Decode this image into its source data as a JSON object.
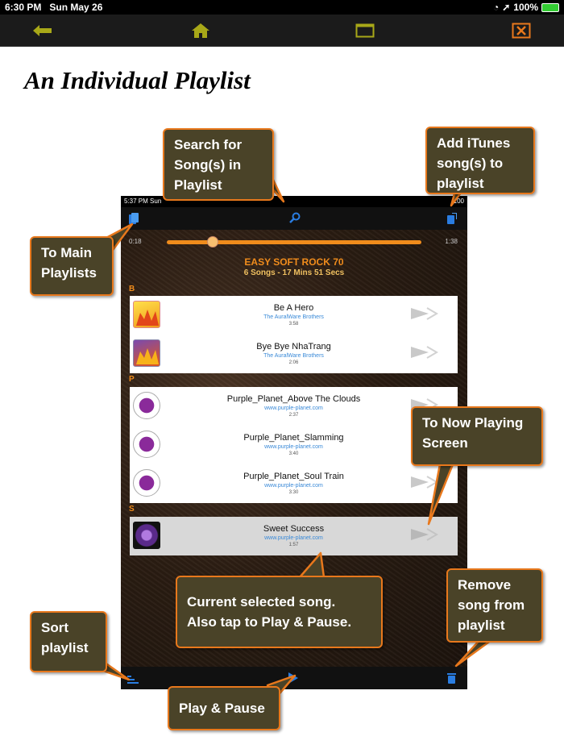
{
  "status": {
    "time": "6:30 PM",
    "date": "Sun May 26",
    "battery": "100%"
  },
  "heading": "An Individual Playlist",
  "app": {
    "status_time": "5:37 PM",
    "status_day": "Sun",
    "status_battery": "100",
    "elapsed": "0:18",
    "total": "1:38",
    "playlist_title": "EASY SOFT ROCK 70",
    "playlist_summary": "6 Songs - 17 Mins 51 Secs",
    "progress_fraction": 0.18,
    "sections": [
      "B",
      "P",
      "S"
    ],
    "songs": [
      {
        "title": "Be A Hero",
        "artist": "The AuralWare Brothers",
        "duration": "3:58"
      },
      {
        "title": "Bye Bye NhaTrang",
        "artist": "The AuralWare Brothers",
        "duration": "2:06"
      },
      {
        "title": "Purple_Planet_Above The Clouds",
        "artist": "www.purple-planet.com",
        "duration": "2:37"
      },
      {
        "title": "Purple_Planet_Slamming",
        "artist": "www.purple-planet.com",
        "duration": "3:40"
      },
      {
        "title": "Purple_Planet_Soul Train",
        "artist": "www.purple-planet.com",
        "duration": "3:30"
      },
      {
        "title": "Sweet Success",
        "artist": "www.purple-planet.com",
        "duration": "1:57"
      }
    ]
  },
  "callouts": {
    "search": [
      "Search for",
      "Song(s) in",
      "Playlist"
    ],
    "add": [
      "Add iTunes",
      "song(s) to",
      "playlist"
    ],
    "main": [
      "To Main",
      "Playlists"
    ],
    "nowplaying": [
      "To Now Playing",
      "Screen"
    ],
    "selected": [
      "Current selected song.",
      "Also tap to Play & Pause."
    ],
    "remove": [
      "Remove",
      "song from",
      "playlist"
    ],
    "sort": [
      "Sort",
      "playlist"
    ],
    "playpause": [
      "Play & Pause"
    ]
  },
  "icons": [
    "back-arrow-icon",
    "home-icon",
    "window-icon",
    "close-icon",
    "playlists-icon",
    "search-icon",
    "add-songs-icon",
    "go-arrow-icon",
    "sort-icon",
    "play-icon",
    "trash-icon"
  ],
  "colors": {
    "accent": "#e8781c",
    "callout_bg": "#4a4328",
    "toolbar_icon": "#9a9a1c"
  }
}
